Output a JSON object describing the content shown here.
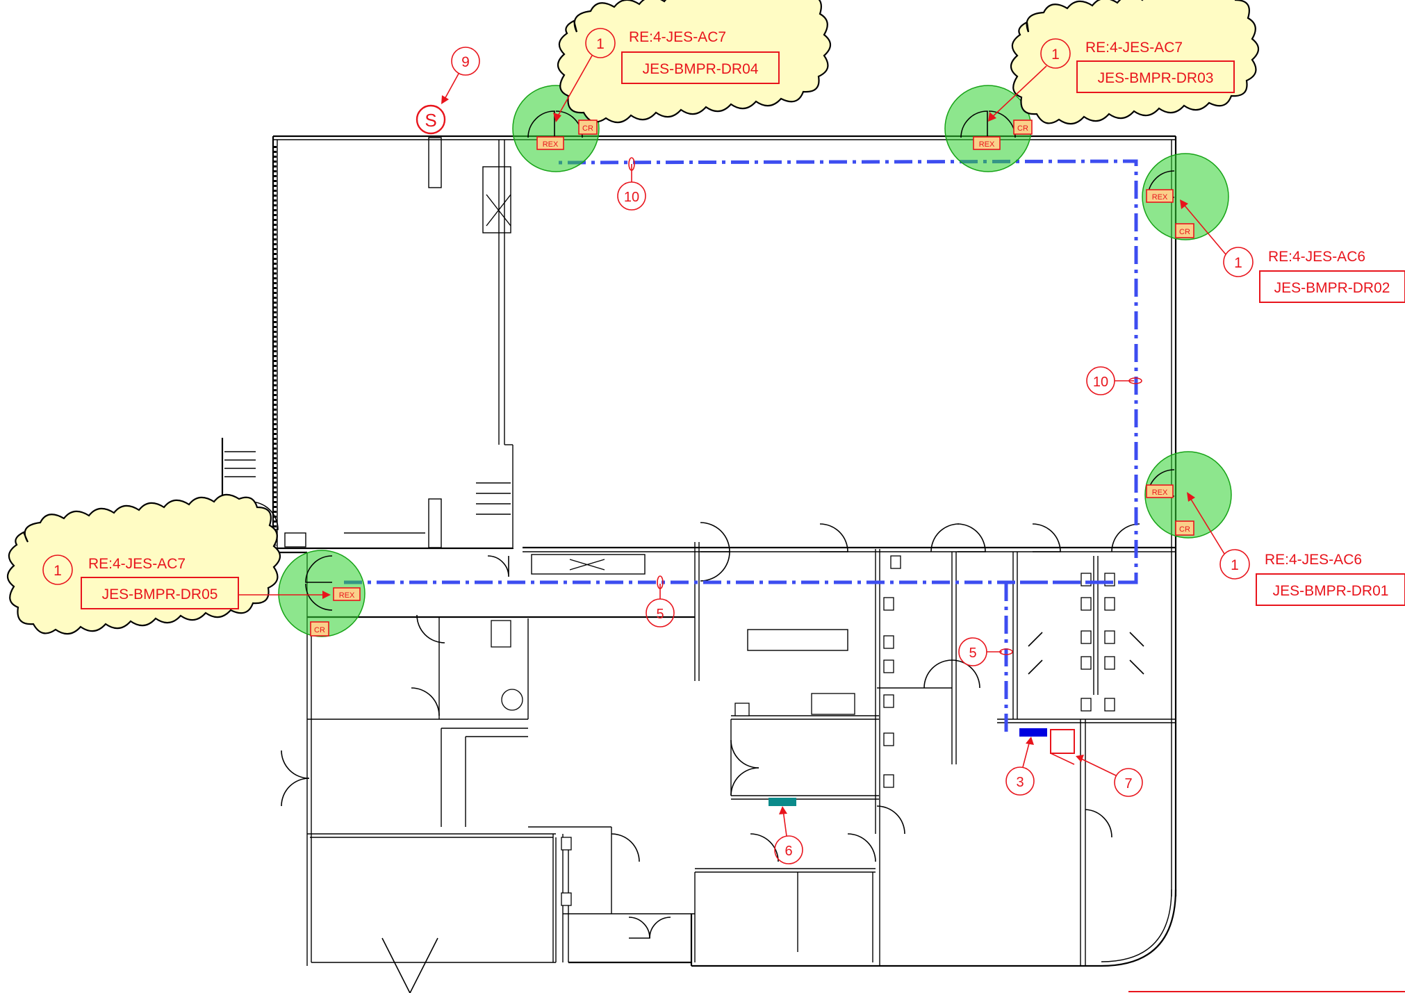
{
  "doors": [
    {
      "id": "dr04",
      "ref": "RE:4-JES-AC7",
      "code": "JES-BMPR-DR04",
      "keynote": "1"
    },
    {
      "id": "dr03",
      "ref": "RE:4-JES-AC7",
      "code": "JES-BMPR-DR03",
      "keynote": "1"
    },
    {
      "id": "dr02",
      "ref": "RE:4-JES-AC6",
      "code": "JES-BMPR-DR02",
      "keynote": "1"
    },
    {
      "id": "dr01",
      "ref": "RE:4-JES-AC6",
      "code": "JES-BMPR-DR01",
      "keynote": "1"
    },
    {
      "id": "dr05",
      "ref": "RE:4-JES-AC7",
      "code": "JES-BMPR-DR05",
      "keynote": "1"
    }
  ],
  "device_labels": {
    "rex": "REX",
    "cr": "CR"
  },
  "keynotes": {
    "k9": "9",
    "k10a": "10",
    "k10b": "10",
    "k5a": "5",
    "k5b": "5",
    "k6": "6",
    "k3": "3",
    "k7": "7"
  },
  "symbols": {
    "s": "S"
  },
  "colors": {
    "cable": "#3d4df0",
    "halo": "#2fd22f",
    "cloud": "#fffcc4",
    "annotation": "#e8141c",
    "panel3": "#0000e0",
    "panel6": "#0b8a8a"
  }
}
